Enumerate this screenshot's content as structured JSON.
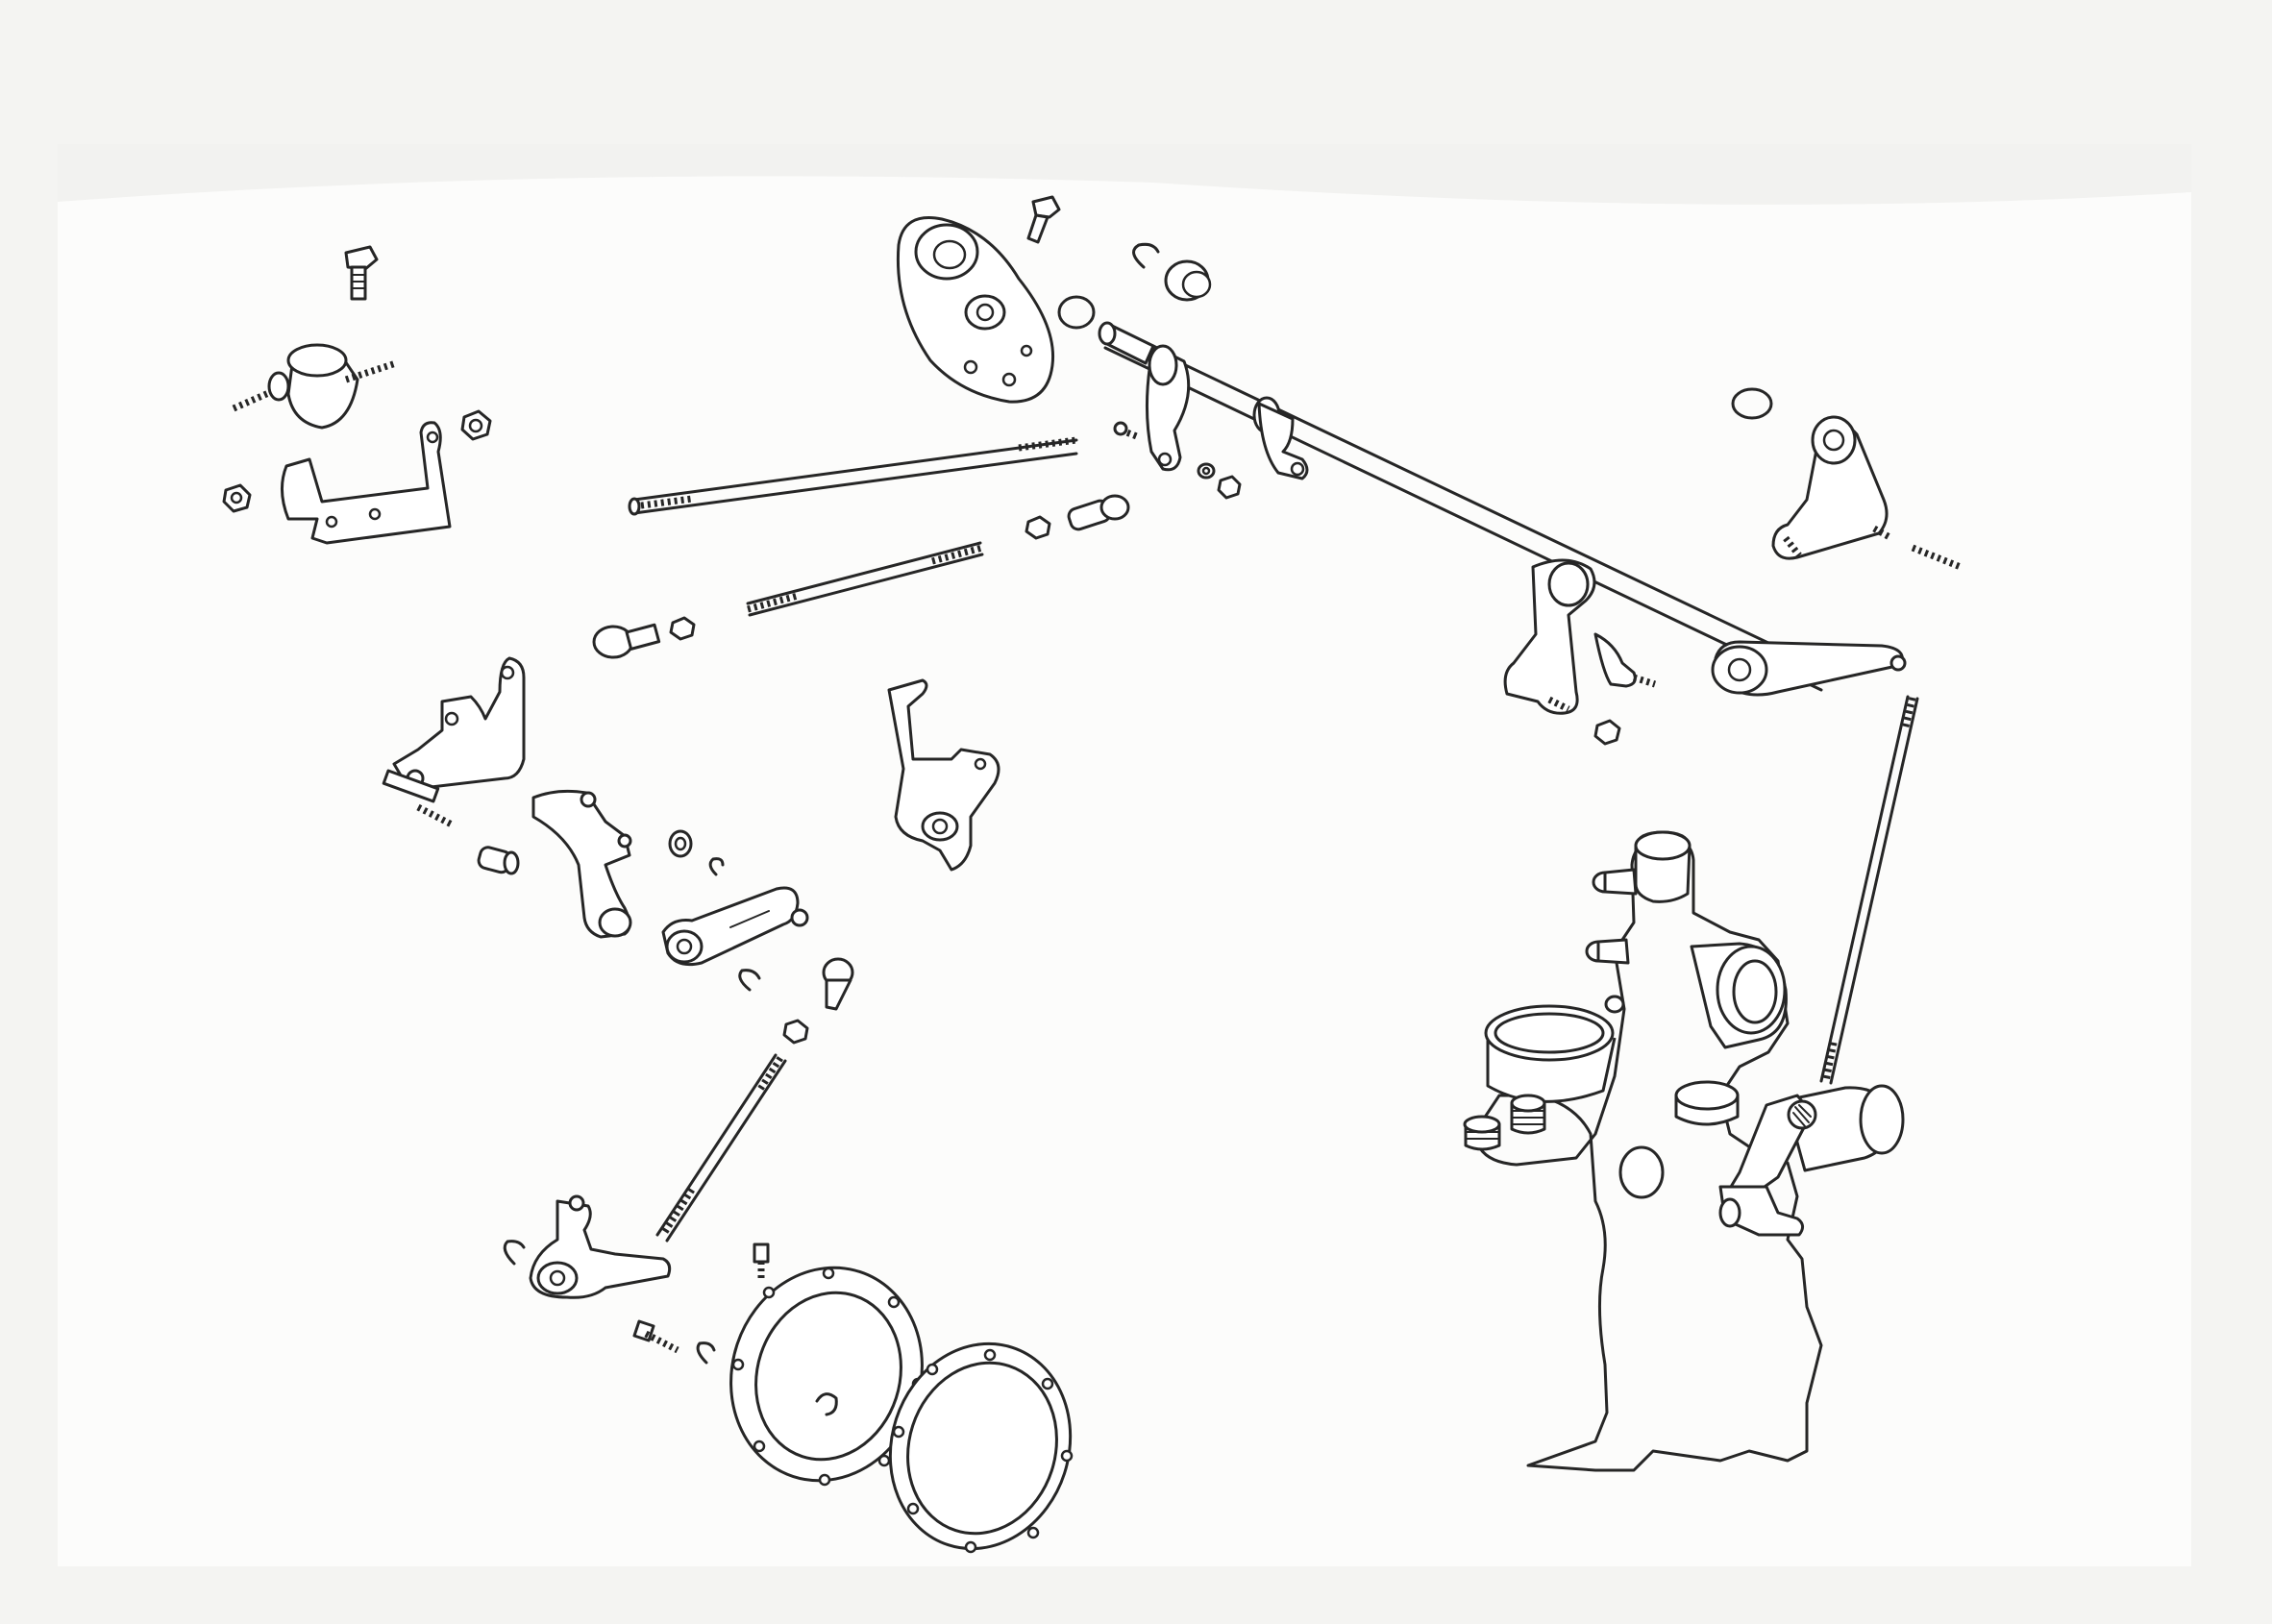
{
  "figure": {
    "kind": "exploded-parts-drawing",
    "printed_text": "",
    "ink_color": "#262626",
    "paper_color": "#fbfbfa"
  },
  "parts": {
    "mount": [
      "hex-bolt",
      "rubber-mount",
      "mounting-bracket",
      "hex-nut",
      "hex-nut"
    ],
    "upper_rods": [
      "long-threaded-rod",
      "threaded-rod",
      "ball-socket",
      "ball-socket",
      "hex-nut",
      "hex-nut"
    ],
    "cross_shaft": [
      "bearing-plate",
      "bolt",
      "circlip",
      "bushing",
      "circlip",
      "shaft",
      "lever-arm",
      "lever-arm",
      "spring-washer",
      "hex-nut"
    ],
    "right_bell_crank": [
      "circlip",
      "bell-crank",
      "stud"
    ],
    "center_linkage": [
      "bracket",
      "pivot-pin",
      "spacer",
      "bell-crank",
      "link-plate",
      "bushing",
      "circlip",
      "ball-joint",
      "hex-nut",
      "lever-bracket"
    ],
    "lower_linkage": [
      "threaded-rod",
      "circlip",
      "lever",
      "bolt",
      "screw",
      "circlip"
    ],
    "cover": [
      "cover-plate",
      "gasket"
    ],
    "engine_side": [
      "vertical-rod",
      "engine-block",
      "oil-cap",
      "frost-plugs",
      "carburettor-lever"
    ]
  }
}
